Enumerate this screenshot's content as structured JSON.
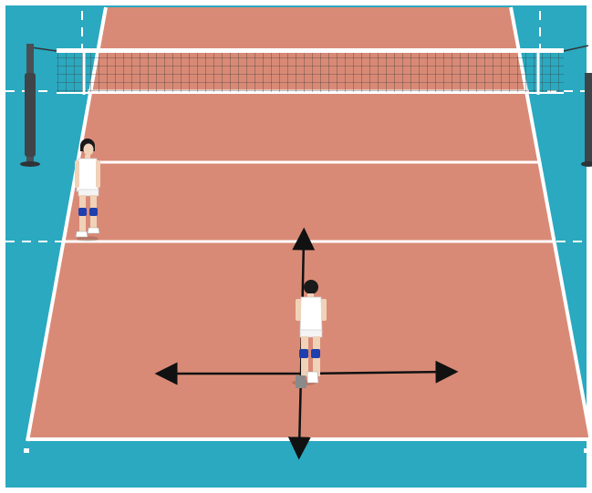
{
  "scene": {
    "description_free": true,
    "colors": {
      "frame": "#ffffff",
      "floor": "#2aa9c0",
      "court": "#d98a76",
      "lines": "#ffffff",
      "net_mesh": "#3a3a3a",
      "post": "#4a4f55",
      "arrow": "#111111",
      "player_shirt": "#ffffff",
      "player_hair": "#1a1a1a",
      "knee_pad": "#1f3fae",
      "skin": "#f0d2b8"
    },
    "icons": [
      "volleyball-court-icon",
      "net-icon",
      "player-icon",
      "movement-arrow-icon"
    ],
    "arrows": {
      "directions": [
        "forward",
        "backward",
        "left",
        "right"
      ]
    }
  }
}
